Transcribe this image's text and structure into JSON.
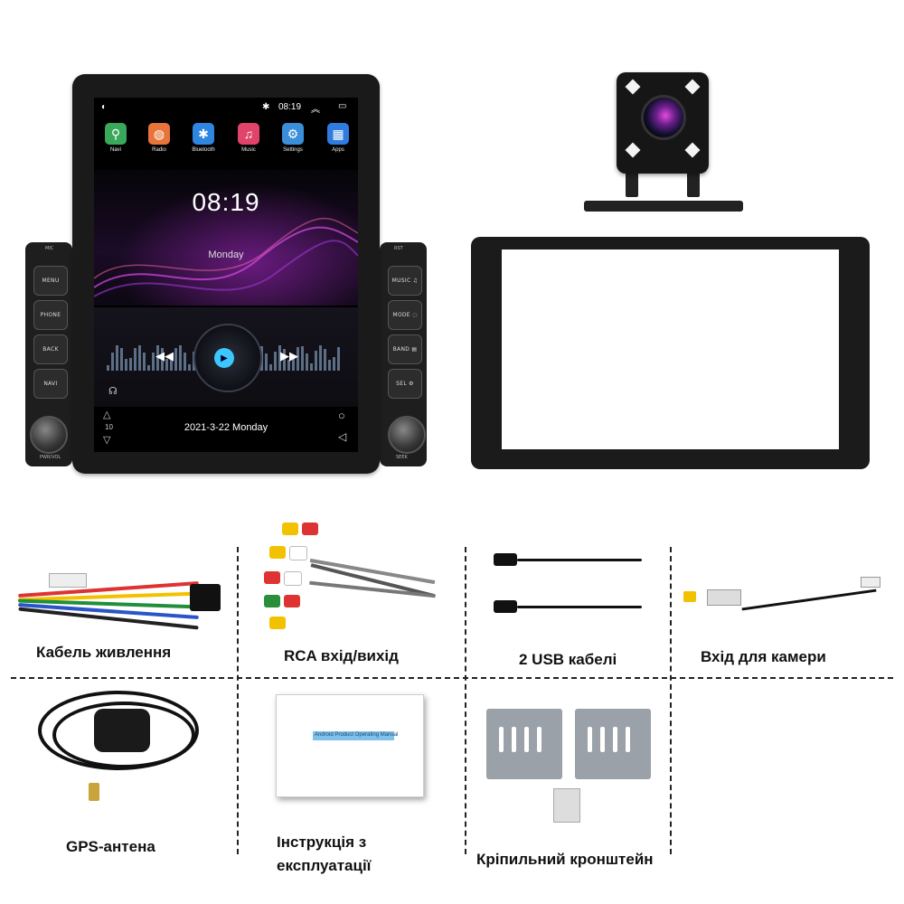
{
  "head_unit": {
    "status_time": "08:19",
    "apps": [
      {
        "label": "Navi",
        "color": "#3aa85a",
        "glyph": "⚲"
      },
      {
        "label": "Radio",
        "color": "#e8743a",
        "glyph": "◍"
      },
      {
        "label": "Bluetooth",
        "color": "#2f86e0",
        "glyph": "✱"
      },
      {
        "label": "Music",
        "color": "#e0446a",
        "glyph": "♫"
      },
      {
        "label": "Settings",
        "color": "#3b8fd8",
        "glyph": "⚙"
      },
      {
        "label": "Apps",
        "color": "#2f7be0",
        "glyph": "▦"
      }
    ],
    "clock": "08:19",
    "day": "Monday",
    "date": "2021-3-22  Monday",
    "volume": "10",
    "left_buttons": [
      "MENU",
      "PHONE",
      "BACK",
      "NAVI"
    ],
    "right_buttons": [
      "MUSIC ♫",
      "MODE ◌",
      "BAND ▤",
      "SEL ⚙"
    ],
    "mic_label": "MIC",
    "rst_label": "RST",
    "pwr_label": "PWR/VOL",
    "seek_label": "SEEK"
  },
  "accessories": {
    "power_cable": "Кабель живлення",
    "rca": "RCA вхід/вихід",
    "usb": "2 USB кабелі",
    "camera_input": "Вхід для камери",
    "gps": "GPS-антена",
    "manual_line1": "Інструкція з",
    "manual_line2": "експлуатації",
    "manual_cover": "Android Product Operating Manual",
    "bracket": "Кріпильний кронштейн"
  }
}
